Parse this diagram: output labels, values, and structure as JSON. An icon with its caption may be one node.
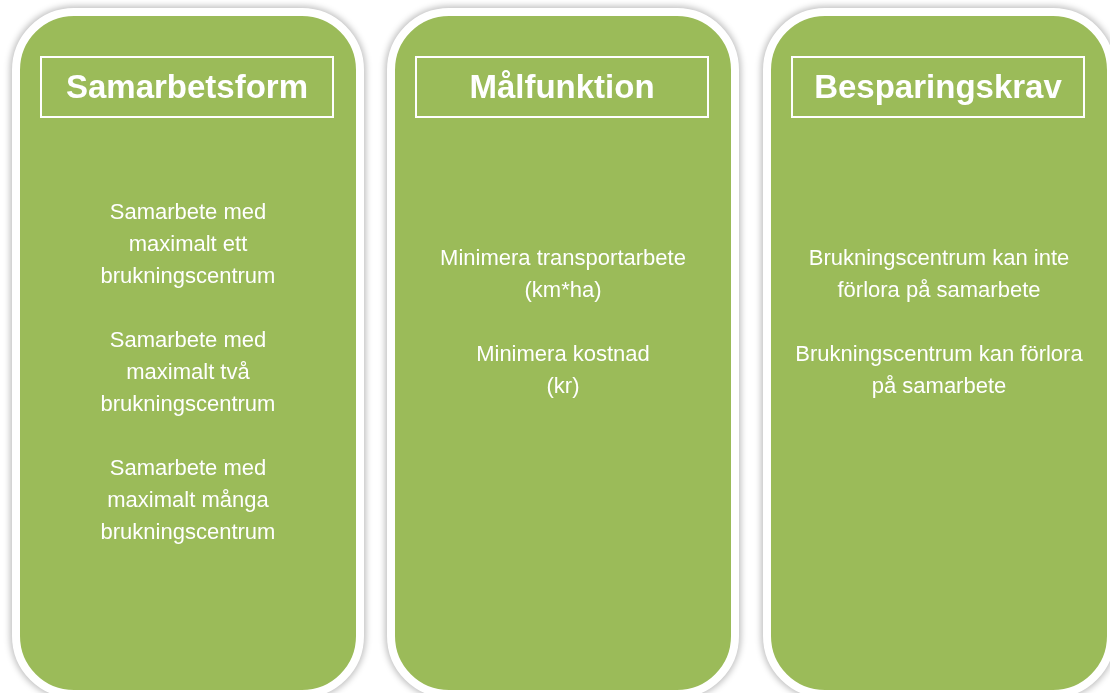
{
  "diagram": {
    "nodes": [
      {
        "text": [
          "Samarbete med maximalt ett brukningscentrum",
          "Samarbete med maximalt två brukningscentrum",
          "Samarbete med maximalt många brukningscentrum"
        ]
      },
      {
        "text": [
          "Samarbetsform"
        ],
        "in": 0
      },
      {
        "text": [
          "Minimera transportarbete (km*ha)",
          "Minimera kostnad (kr)"
        ]
      },
      {
        "text": [
          "Målfunktion"
        ],
        "in": 2
      },
      {
        "text": [
          "Brukningscentrum kan inte förlora på samarbete",
          "Brukningscentrum kan förlora på samarbete"
        ]
      },
      {
        "text": [
          "Besparingskrav"
        ],
        "in": 4
      }
    ]
  }
}
